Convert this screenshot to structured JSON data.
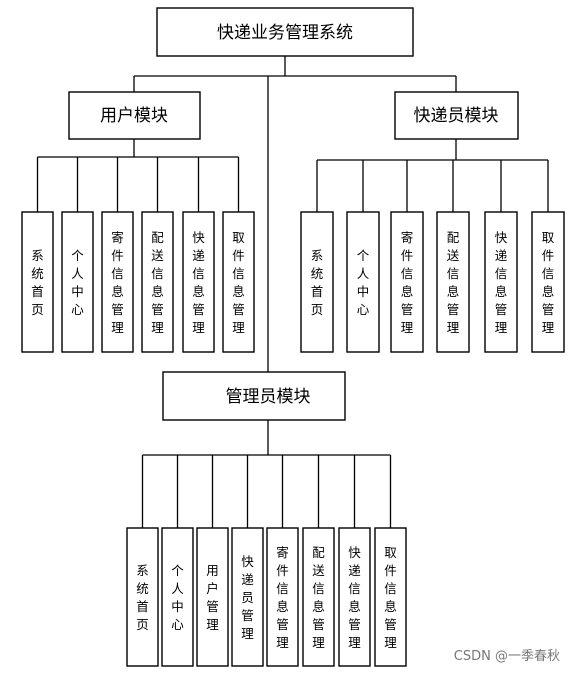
{
  "root": {
    "label": "快递业务管理系统"
  },
  "modules": [
    {
      "id": "user",
      "label": "用户模块",
      "children": [
        "系统首页",
        "个人中心",
        "寄件信息管理",
        "配送信息管理",
        "快递信息管理",
        "取件信息管理"
      ]
    },
    {
      "id": "courier",
      "label": "快递员模块",
      "children": [
        "系统首页",
        "个人中心",
        "寄件信息管理",
        "配送信息管理",
        "快递信息管理",
        "取件信息管理"
      ]
    },
    {
      "id": "admin",
      "label": "管理员模块",
      "children": [
        "系统首页",
        "个人中心",
        "用户管理",
        "快递员管理",
        "寄件信息管理",
        "配送信息管理",
        "快递信息管理",
        "取件信息管理"
      ]
    }
  ],
  "watermark": "CSDN @一季春秋"
}
